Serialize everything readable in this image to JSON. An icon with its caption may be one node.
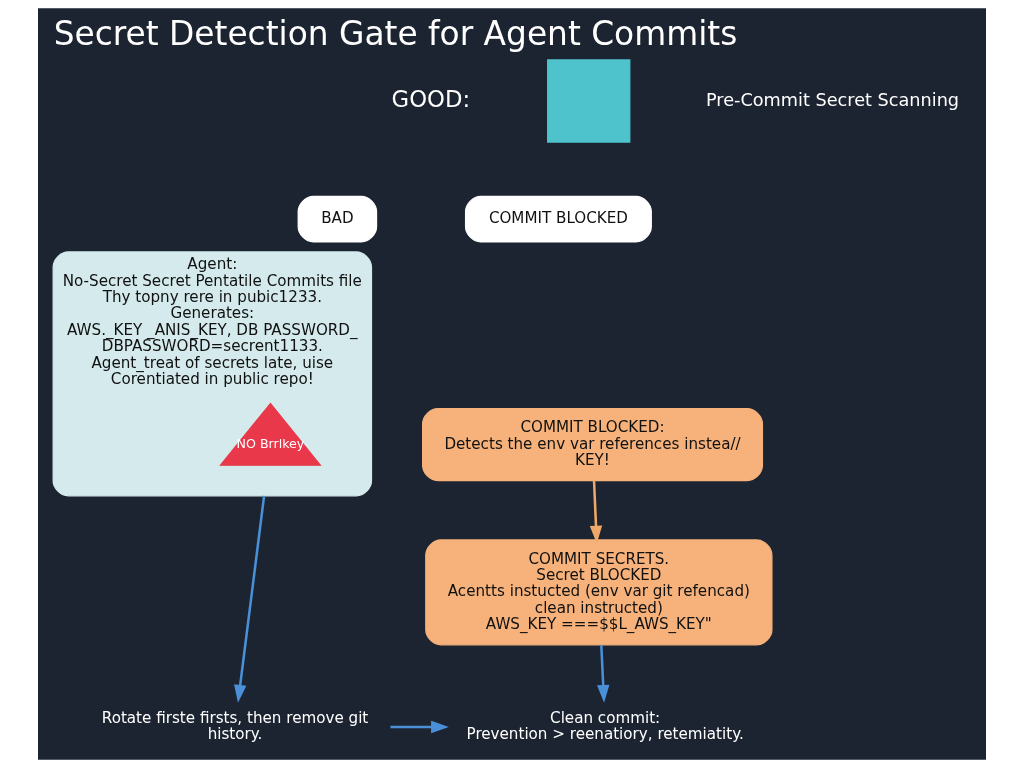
{
  "diagram": {
    "title": "Secret Detection Gate for Agent Commits",
    "nodes": [
      {
        "text": [
          "BAD"
        ]
      },
      {
        "text": [
          "Agent:",
          "No-Secret Secret Pentatile Commits file Thy topny rere in pubic1233.",
          "Generates:",
          "AWS._KEY _ANIS_KEY, DB PASSWORD_ DBPASSWORD=secrent1133.",
          "Agent_treat of secrets late, uise Corentiated in public repo!"
        ]
      },
      {
        "text": [
          "NO Brrlkey"
        ],
        "in": 1
      },
      {
        "text": [
          "COMMIT BLOCKED"
        ]
      },
      {
        "text": [
          "COMMIT BLOCKED:",
          "Detects the env var references instea// KEY!"
        ]
      },
      {
        "text": [
          "COMMIT SECRETS.",
          "Secret BLOCKED",
          "Acentts instucted (env var git refencad) clean instructed)",
          "AWS_KEY ===$$L_AWS_KEY\""
        ]
      },
      {
        "text": [
          "Rotate firste firsts, then remove git history."
        ]
      },
      {
        "text": [
          "Clean commit:",
          "Prevention > reenatiory, retemiatity."
        ]
      },
      {
        "text": [],
        "shape": "box"
      }
    ],
    "edges": [
      {
        "from": 4,
        "to": 5,
        "arrow": "to",
        "color": "#f0a868"
      },
      {
        "from": 1,
        "to": 6,
        "arrow": "to"
      },
      {
        "from": 5,
        "to": 7,
        "arrow": "to"
      },
      {
        "from": 6,
        "to": 7,
        "arrow": "to"
      }
    ],
    "labels": [
      "GOOD:",
      "Pre-Commit Secret Scanning"
    ]
  }
}
